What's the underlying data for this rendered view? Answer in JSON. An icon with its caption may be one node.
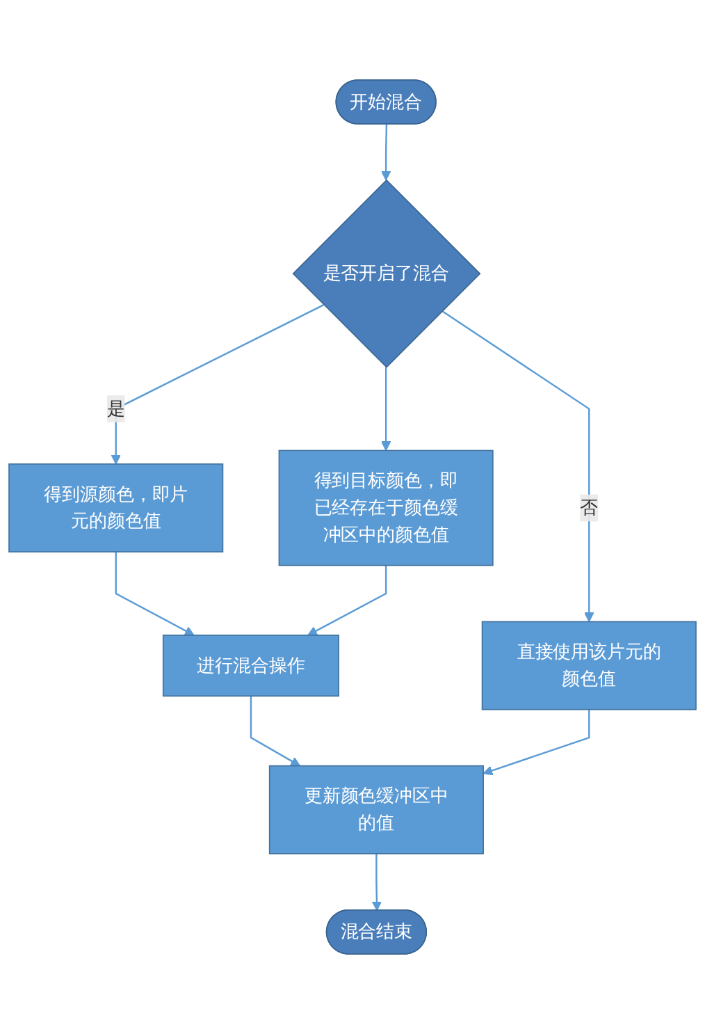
{
  "diagram": {
    "nodes": [
      {
        "text": [
          "开始混合"
        ]
      },
      {
        "text": [
          "是否开启了混合"
        ]
      },
      {
        "text": [
          "得到源颜色，即片元的颜色值"
        ]
      },
      {
        "text": [
          "得到目标颜色，即已经存在于颜色缓冲区中的颜色值"
        ]
      },
      {
        "text": [
          "进行混合操作"
        ]
      },
      {
        "text": [
          "直接使用该片元的颜色值"
        ]
      },
      {
        "text": [
          "更新颜色缓冲区中的值"
        ]
      },
      {
        "text": [
          "混合结束"
        ]
      }
    ],
    "edges": [
      {
        "from": 0,
        "to": 1,
        "arrow": "to"
      },
      {
        "from": 1,
        "to": 2,
        "arrow": "to",
        "label": "是"
      },
      {
        "from": 1,
        "to": 3,
        "arrow": "to"
      },
      {
        "from": 1,
        "to": 5,
        "arrow": "to",
        "label": "否"
      },
      {
        "from": 2,
        "to": 4,
        "arrow": "to"
      },
      {
        "from": 3,
        "to": 4,
        "arrow": "to"
      },
      {
        "from": 4,
        "to": 6,
        "arrow": "to"
      },
      {
        "from": 5,
        "to": 6,
        "arrow": "to"
      },
      {
        "from": 6,
        "to": 7,
        "arrow": "to"
      }
    ]
  }
}
